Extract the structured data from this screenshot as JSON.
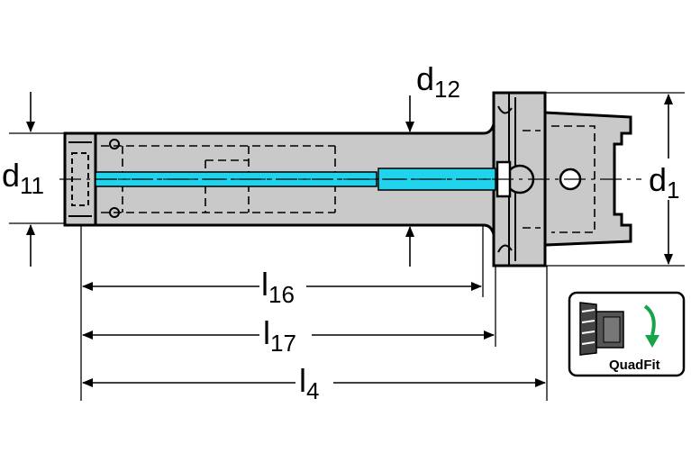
{
  "dimensions": {
    "d11": {
      "base": "d",
      "sub": "11"
    },
    "d12": {
      "base": "d",
      "sub": "12"
    },
    "d1": {
      "base": "d",
      "sub": "1"
    },
    "l16": {
      "base": "l",
      "sub": "16"
    },
    "l17": {
      "base": "l",
      "sub": "17"
    },
    "l4": {
      "base": "l",
      "sub": "4"
    }
  },
  "badge": {
    "label": "QuadFit",
    "icon": "quadfit-icon"
  },
  "colors": {
    "body_fill": "#c9c9c9",
    "outline": "#000000",
    "coolant": "#22d3ee",
    "badge_arrow": "#16a34a"
  }
}
